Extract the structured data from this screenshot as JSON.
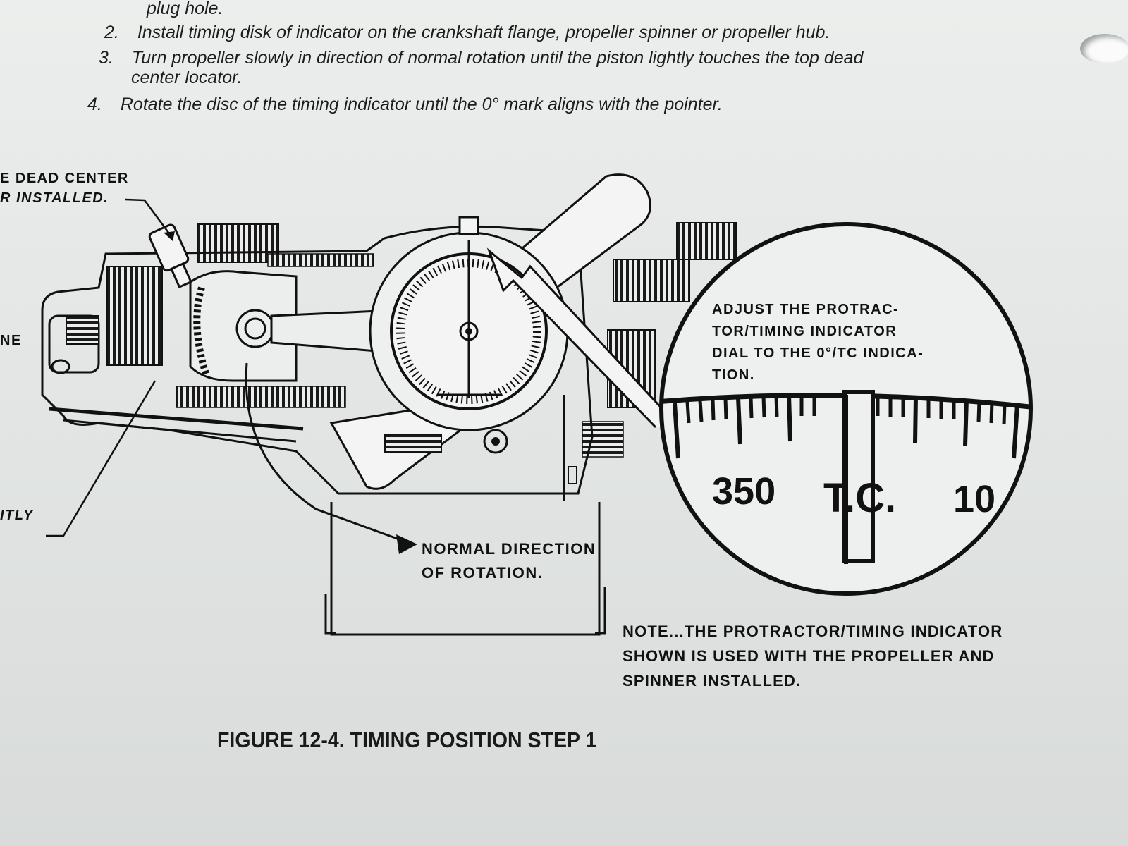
{
  "steps": {
    "prev_fragment": "plug hole.",
    "items": [
      {
        "num": "2.",
        "text": "Install timing disk of indicator on the crankshaft flange, propeller spinner or propeller hub."
      },
      {
        "num": "3.",
        "text": "Turn propeller slowly in direction of normal rotation until the piston lightly touches the top dead"
      },
      {
        "num": "",
        "text": "center locator."
      },
      {
        "num": "4.",
        "text": "Rotate the disc of the timing indicator until the 0° mark aligns with the pointer."
      }
    ]
  },
  "callouts": {
    "tdc_line1": "E DEAD CENTER",
    "tdc_line2": "R INSTALLED.",
    "left_ne": "NE",
    "left_tly": "ITLY",
    "adjust_lines": [
      "ADJUST THE PROTRAC-",
      "TOR/TIMING INDICATOR",
      "DIAL TO THE 0°/TC INDICA-",
      "TION."
    ],
    "rotation_line1": "NORMAL DIRECTION",
    "rotation_line2": "OF ROTATION."
  },
  "dial": {
    "label_left": "350",
    "label_center": "T.C.",
    "label_right": "10"
  },
  "note": {
    "lines": [
      "NOTE...THE PROTRACTOR/TIMING INDICATOR",
      "SHOWN IS USED WITH THE PROPELLER AND",
      "SPINNER INSTALLED."
    ]
  },
  "caption": "FIGURE 12-4. TIMING POSITION STEP 1"
}
